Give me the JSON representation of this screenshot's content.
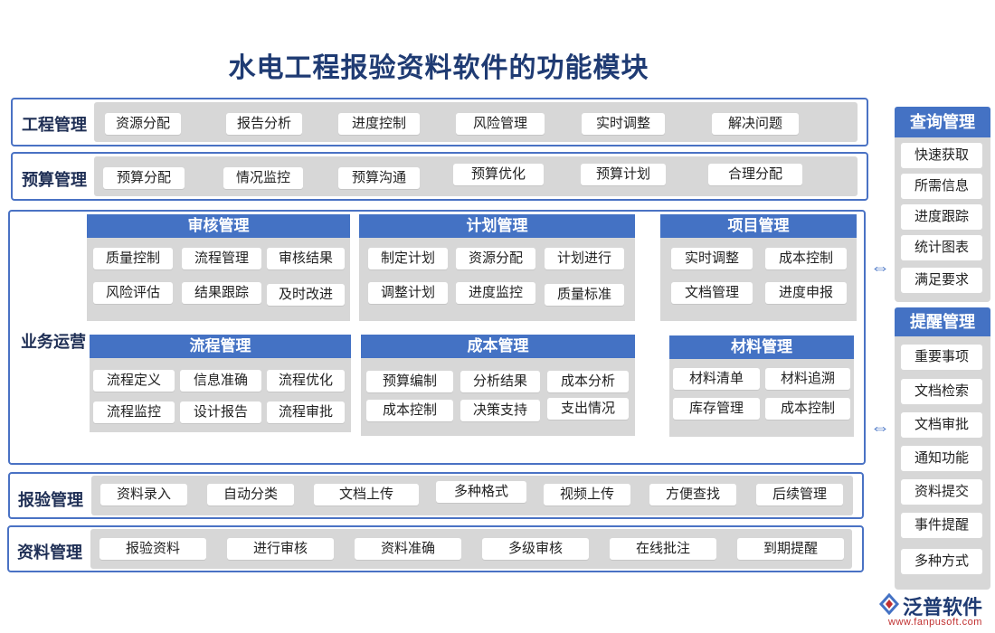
{
  "title": "水电工程报验资料软件的功能模块",
  "rows": {
    "gongcheng": {
      "label": "工程管理",
      "items": [
        "资源分配",
        "报告分析",
        "进度控制",
        "风险管理",
        "实时调整",
        "解决问题"
      ]
    },
    "yusuan": {
      "label": "预算管理",
      "items": [
        "预算分配",
        "情况监控",
        "预算沟通",
        "预算优化",
        "预算计划",
        "合理分配"
      ]
    },
    "yewu": {
      "label": "业务运营"
    },
    "baoyan": {
      "label": "报验管理",
      "items": [
        "资料录入",
        "自动分类",
        "文档上传",
        "多种格式",
        "视频上传",
        "方便查找",
        "后续管理"
      ]
    },
    "ziliao": {
      "label": "资料管理",
      "items": [
        "报验资料",
        "进行审核",
        "资料准确",
        "多级审核",
        "在线批注",
        "到期提醒"
      ]
    }
  },
  "groups": {
    "shenhe": {
      "title": "审核管理",
      "items": [
        "质量控制",
        "流程管理",
        "审核结果",
        "风险评估",
        "结果跟踪",
        "及时改进"
      ]
    },
    "jihua": {
      "title": "计划管理",
      "items": [
        "制定计划",
        "资源分配",
        "计划进行",
        "调整计划",
        "进度监控",
        "质量标准"
      ]
    },
    "xiangmu": {
      "title": "项目管理",
      "items": [
        "实时调整",
        "成本控制",
        "文档管理",
        "进度申报"
      ]
    },
    "liucheng": {
      "title": "流程管理",
      "items": [
        "流程定义",
        "信息准确",
        "流程优化",
        "流程监控",
        "设计报告",
        "流程审批"
      ]
    },
    "chengben": {
      "title": "成本管理",
      "items": [
        "预算编制",
        "分析结果",
        "成本分析",
        "成本控制",
        "决策支持",
        "支出情况"
      ]
    },
    "cailiao": {
      "title": "材料管理",
      "items": [
        "材料清单",
        "材料追溯",
        "库存管理",
        "成本控制"
      ]
    }
  },
  "side": {
    "chaxun": {
      "title": "查询管理",
      "items": [
        "快速获取",
        "所需信息",
        "进度跟踪",
        "统计图表",
        "满足要求"
      ]
    },
    "tixing": {
      "title": "提醒管理",
      "items": [
        "重要事项",
        "文档检索",
        "文档审批",
        "通知功能",
        "资料提交",
        "事件提醒",
        "多种方式"
      ]
    }
  },
  "arrows": {
    "glyph": "⇔"
  },
  "logo": {
    "name": "泛普软件",
    "url": "www.fanpusoft.com"
  },
  "colors": {
    "accent": "#4472c4",
    "title": "#1f3b73",
    "band": "#d7d7d7"
  }
}
